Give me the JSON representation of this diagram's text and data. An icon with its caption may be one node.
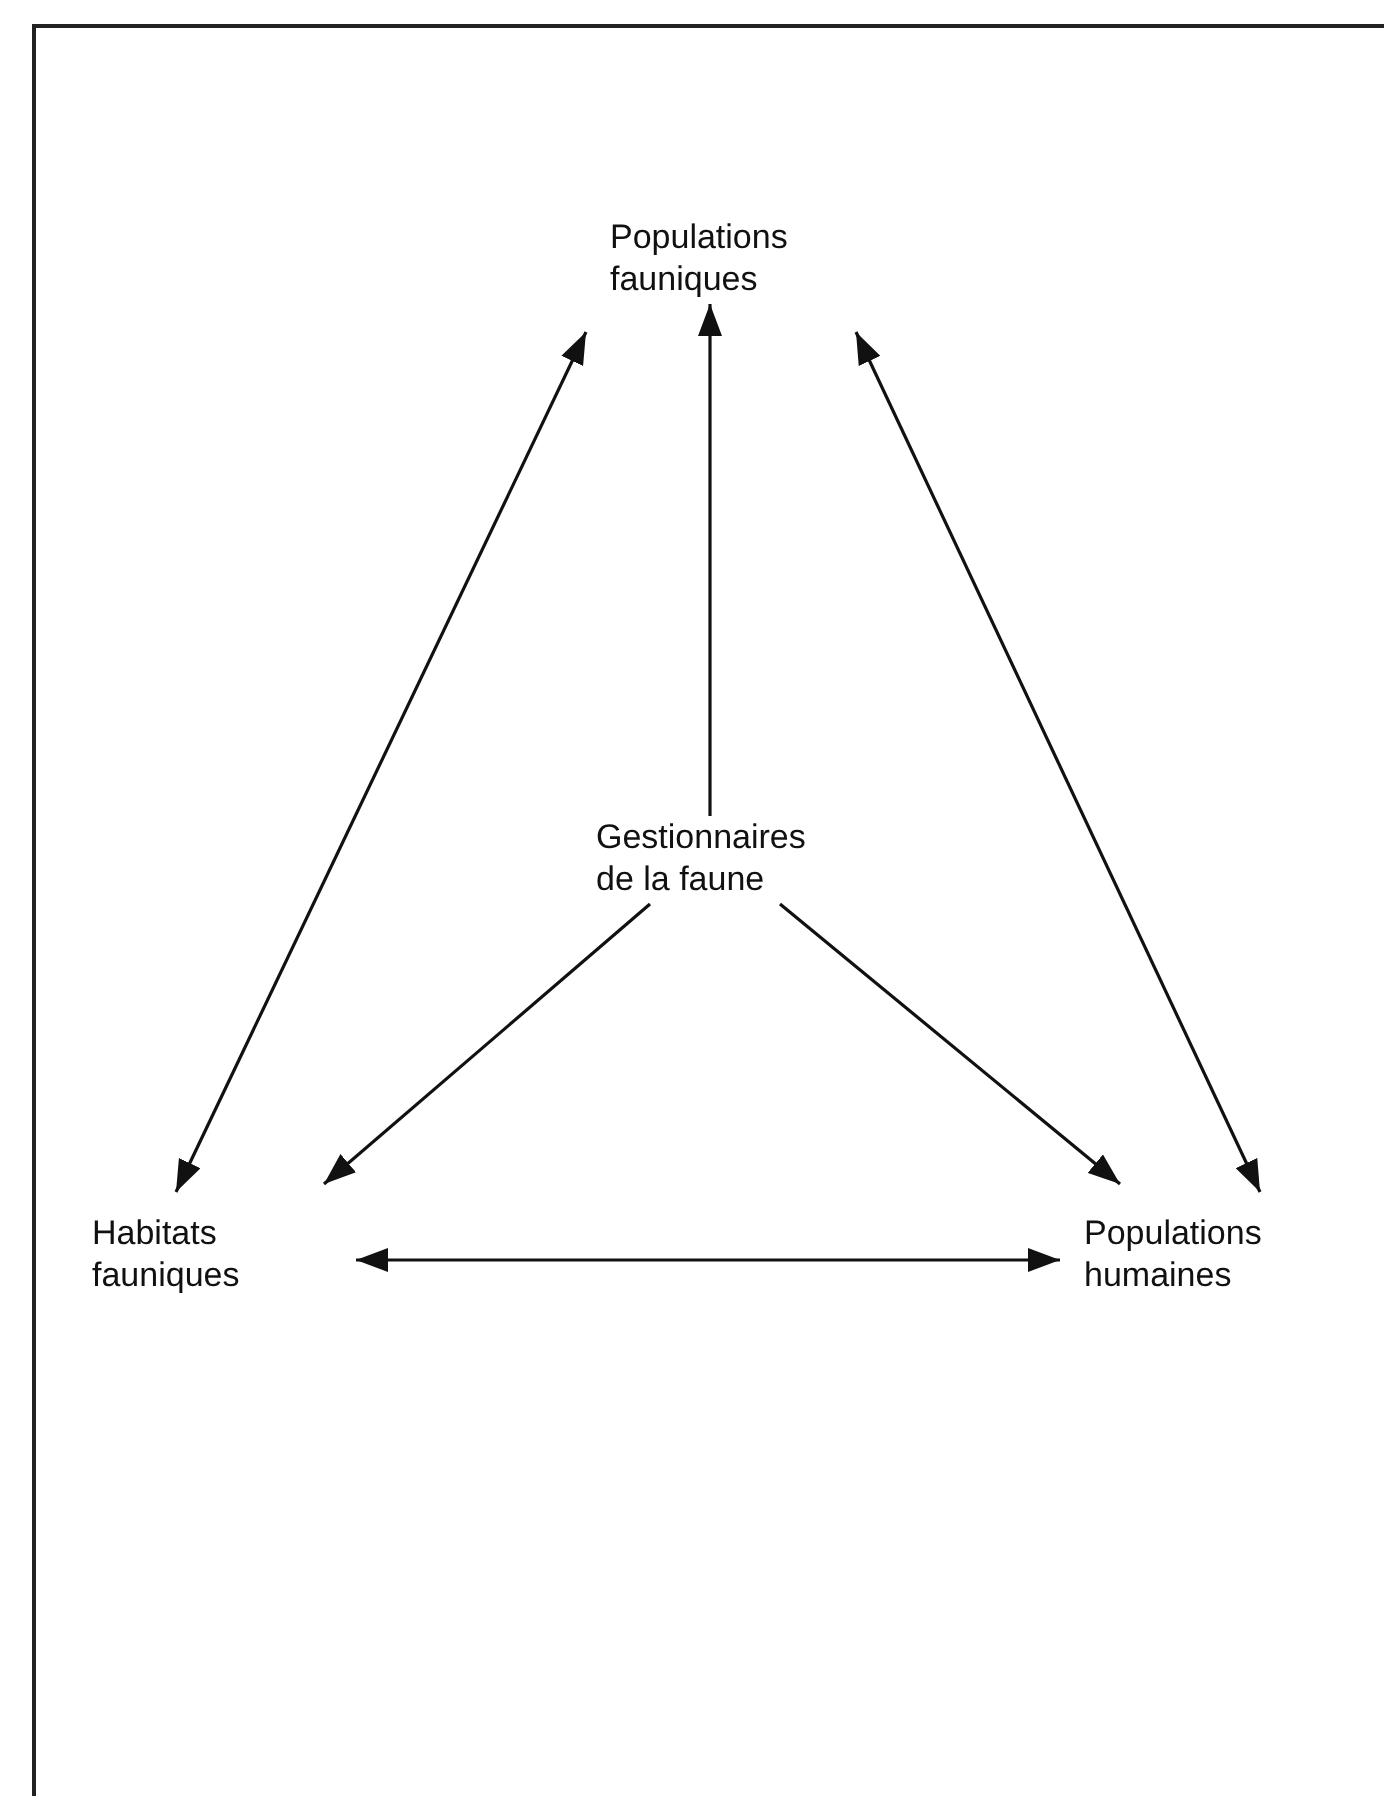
{
  "diagram": {
    "nodes": [
      {
        "text": [
          "Populations fauniques"
        ]
      },
      {
        "text": [
          "Gestionnaires de la faune"
        ]
      },
      {
        "text": [
          "Habitats fauniques"
        ]
      },
      {
        "text": [
          "Populations humaines"
        ]
      }
    ],
    "edges": [
      {
        "from": 1,
        "to": 0,
        "arrow": "to"
      },
      {
        "from": 2,
        "to": 0,
        "arrow": "both"
      },
      {
        "from": 3,
        "to": 0,
        "arrow": "both"
      },
      {
        "from": 1,
        "to": 2,
        "arrow": "to"
      },
      {
        "from": 1,
        "to": 3,
        "arrow": "to"
      },
      {
        "from": 2,
        "to": 3,
        "arrow": "both"
      }
    ]
  }
}
